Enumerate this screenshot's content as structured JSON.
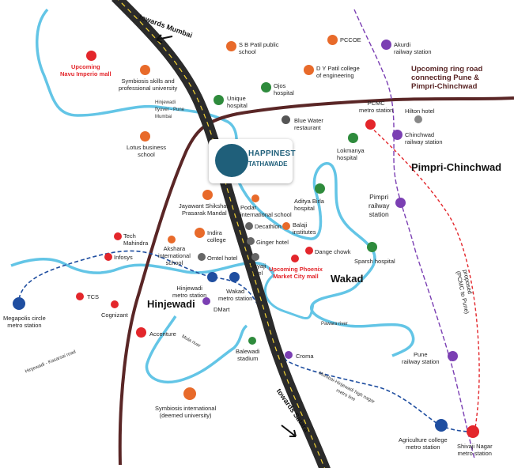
{
  "project": {
    "name_line1": "HAPPINEST",
    "name_line2": "TATHAWADE"
  },
  "directions": {
    "mumbai": "towards Mumbai",
    "satara": "towards Satara"
  },
  "areas": {
    "pimpri_chinchwad": "Pimpri-Chinchwad",
    "wakad": "Wakad",
    "hinjewadi": "Hinjewadi"
  },
  "ring_road": {
    "line1": "Upcoming ring road",
    "line2": "connecting Pune &",
    "line3": "Pimpri-Chinchwad"
  },
  "rivers": {
    "mula": "Mula river",
    "pawara": "Pawara river"
  },
  "roads": {
    "hinjewadi_kasarsai": "Hinjewadi - Kasarsai road"
  },
  "metro_line": {
    "line1": "Mumbai-Hinjewadi high nagar",
    "line2": "metro line"
  },
  "proposed_line": {
    "line1": "proposed",
    "line2": "(PCMC to Pune)"
  },
  "colors": {
    "river": "#63c5e6",
    "ring_road": "#5a2626",
    "metro_blue": "#1f4ea0",
    "metro_red": "#e3262b",
    "metro_purple": "#7b3fb3",
    "highway": "#2b2b2b",
    "education": "#e86a2a",
    "hospital": "#2e8b3c",
    "transport_blue": "#1f4ea0",
    "mall": "#e3262b"
  },
  "places": {
    "navu": {
      "l1": "Upcoming",
      "l2": "Navu Imperio mall"
    },
    "symbiosis_skills": {
      "l1": "Symbiosis skills and",
      "l2": "professional university"
    },
    "sb_patil": {
      "l1": "S B Patil public",
      "l2": "school"
    },
    "pccoe": {
      "l1": "PCCOE"
    },
    "akurdi": {
      "l1": "Akurdi",
      "l2": "railway station"
    },
    "dy_patil": {
      "l1": "D Y Patil college",
      "l2": "of engineering"
    },
    "ojos": {
      "l1": "Ojos",
      "l2": "hospital"
    },
    "unique": {
      "l1": "Unique",
      "l2": "hospital"
    },
    "hinjewadi_flyover": {
      "l1": "Hinjewadi",
      "l2": "flyover - Pune",
      "l3": "Mumbai"
    },
    "pcmc_metro": {
      "l1": "PCMC",
      "l2": "metro station"
    },
    "hilton": {
      "l1": "Hilton hotel"
    },
    "chinchwad": {
      "l1": "Chinchwad",
      "l2": "railway station"
    },
    "blue_water": {
      "l1": "Blue Water",
      "l2": "restaurant"
    },
    "lotus": {
      "l1": "Lotus business",
      "l2": "school"
    },
    "lokmanya": {
      "l1": "Lokmanya",
      "l2": "hospital"
    },
    "aditya_birla": {
      "l1": "Aditya Birla",
      "l2": "hospital"
    },
    "pimpri_rly": {
      "l1": "Pimpri",
      "l2": "railway",
      "l3": "station"
    },
    "jayawant": {
      "l1": "Jayawant Shikshan",
      "l2": "Prasarak Mandal"
    },
    "podar": {
      "l1": "Podar",
      "l2": "international school"
    },
    "decathlon": {
      "l1": "Decathlon"
    },
    "balaji": {
      "l1": "Balaji",
      "l2": "institutes"
    },
    "tech_mahindra": {
      "l1": "Tech",
      "l2": "Mahindra"
    },
    "indira": {
      "l1": "Indira",
      "l2": "college"
    },
    "ginger": {
      "l1": "Ginger hotel"
    },
    "akshara": {
      "l1": "Akshara",
      "l2": "international",
      "l3": "school"
    },
    "infosys": {
      "l1": "Infosys"
    },
    "omtel": {
      "l1": "Omtel hotel"
    },
    "sayaji": {
      "l1": "Sayaji",
      "l2": "hotel"
    },
    "dange": {
      "l1": "Dange chowk"
    },
    "sparsh": {
      "l1": "Sparsh hospital"
    },
    "phoenix": {
      "l1": "Upcoming Phoenix",
      "l2": "Market City mall"
    },
    "hinjewadi_metro": {
      "l1": "Hinjewadi",
      "l2": "metro station"
    },
    "wakad_metro": {
      "l1": "Wakad",
      "l2": "metro station"
    },
    "megapolis": {
      "l1": "Megapolis circle",
      "l2": "metro station"
    },
    "tcs": {
      "l1": "TCS"
    },
    "cognizant": {
      "l1": "Cognizant"
    },
    "dmart": {
      "l1": "DMart"
    },
    "accenture": {
      "l1": "Accenture"
    },
    "balewadi": {
      "l1": "Balewadi",
      "l2": "stadium"
    },
    "croma": {
      "l1": "Croma"
    },
    "pune_rly": {
      "l1": "Pune",
      "l2": "railway station"
    },
    "symbiosis_intl": {
      "l1": "Symbiosis international",
      "l2": "(deemed university)"
    },
    "agri_metro": {
      "l1": "Agriculture college",
      "l2": "metro station"
    },
    "shivaji_metro": {
      "l1": "Shivaji Nagar",
      "l2": "metro station"
    }
  }
}
